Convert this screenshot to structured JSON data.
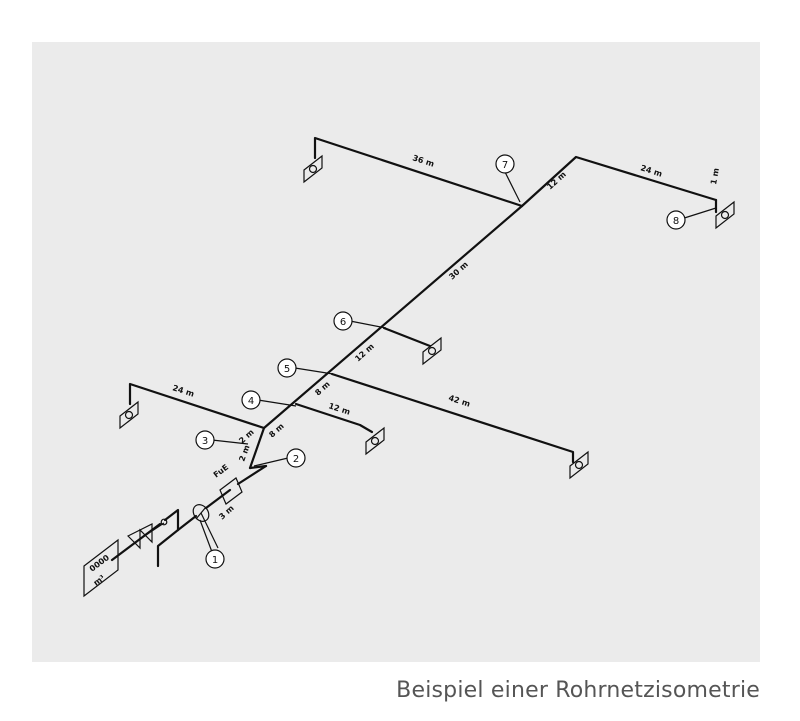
{
  "caption": "Beispiel einer Rohrnetzisometrie",
  "meter": {
    "digits": "0000",
    "unit": "m³"
  },
  "fue_label": "FuE",
  "lengths": {
    "l36": "36 m",
    "l24_top": "24 m",
    "l12_top": "12 m",
    "l1": "1 m",
    "l30": "30 m",
    "l12_mid": "12 m",
    "l8_mid": "8 m",
    "l42": "42 m",
    "l24_left": "24 m",
    "l12_low": "12 m",
    "l8_low": "8 m",
    "l2_a": "2 m",
    "l2_b": "2 m",
    "l3": "3 m"
  },
  "markers": [
    "1",
    "2",
    "3",
    "4",
    "5",
    "6",
    "7",
    "8"
  ]
}
